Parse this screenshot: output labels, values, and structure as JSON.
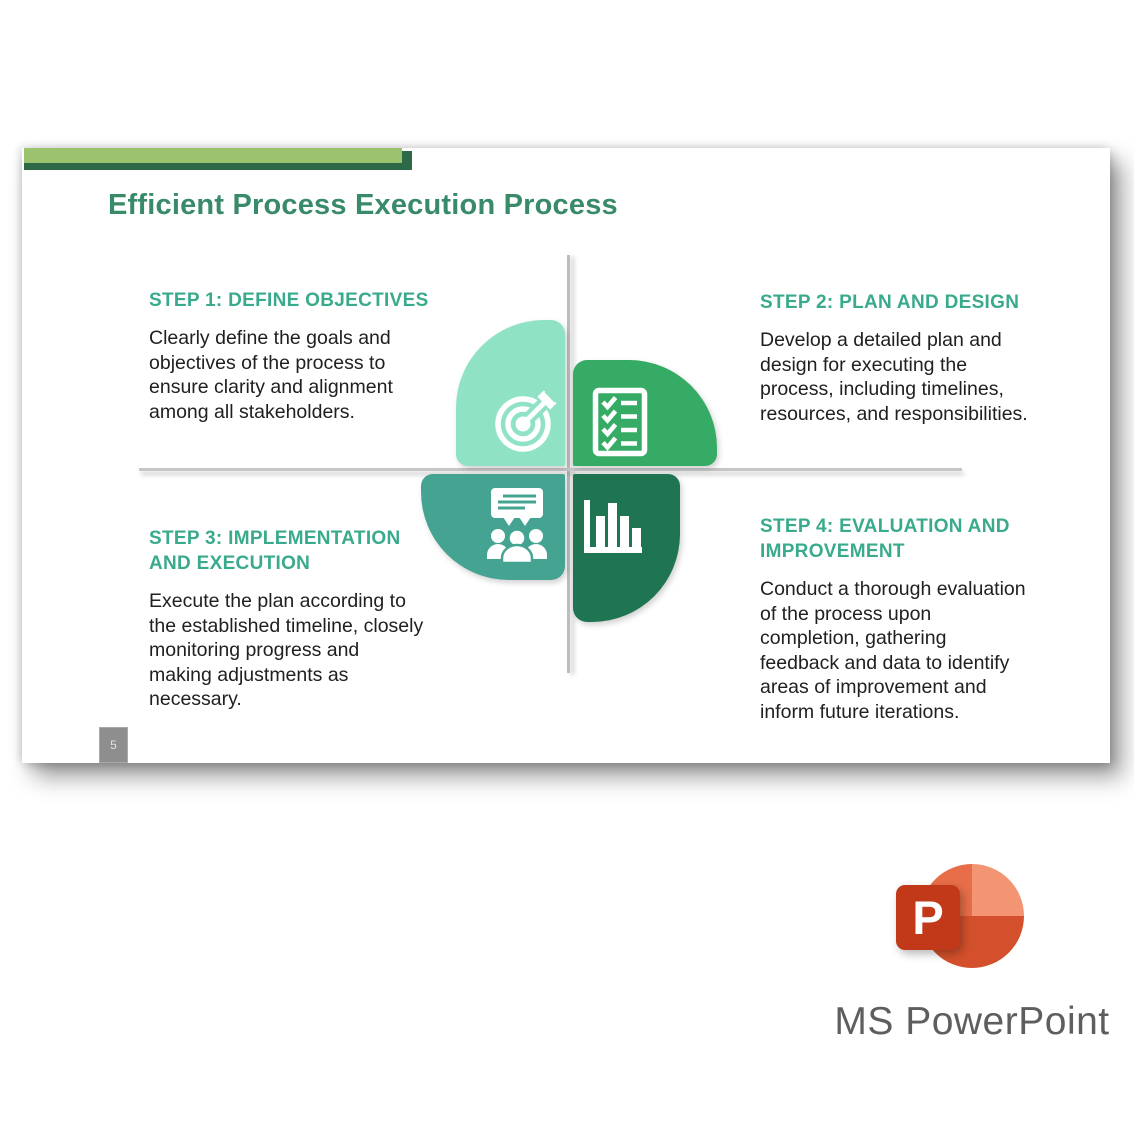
{
  "slide": {
    "title": "Efficient Process Execution Process",
    "title_color": "#398A69",
    "heading_color": "#3AAA8C",
    "accent_bar": {
      "light": "#9BC36F",
      "dark": "#2F6A48"
    },
    "page_number": "5",
    "steps": [
      {
        "heading": "STEP 1: DEFINE OBJECTIVES",
        "body": "Clearly define the goals and\nobjectives of the process to\nensure clarity and alignment\namong all stakeholders.",
        "icon": "target-icon",
        "petal_color": "#8FE3C4"
      },
      {
        "heading": "STEP 2: PLAN AND DESIGN",
        "body": "Develop a detailed plan and\ndesign for executing the\nprocess, including timelines,\nresources, and responsibilities.",
        "icon": "checklist-icon",
        "petal_color": "#35AB66"
      },
      {
        "heading": "STEP 3: IMPLEMENTATION\nAND EXECUTION",
        "body": "Execute the plan according to\nthe established timeline, closely\nmonitoring progress and\nmaking adjustments as\nnecessary.",
        "icon": "discussion-icon",
        "petal_color": "#45A392"
      },
      {
        "heading": "STEP 4: EVALUATION AND\nIMPROVEMENT",
        "body": "Conduct a thorough evaluation\nof the process upon\ncompletion, gathering\nfeedback and data to identify\nareas of improvement and\ninform future iterations.",
        "icon": "bar-chart-icon",
        "petal_color": "#1F7452"
      }
    ]
  },
  "footer": {
    "brand": "MS PowerPoint",
    "logo_letter": "P",
    "logo_colors": {
      "square": "#C2391A",
      "circle_top_left": "#E76E48",
      "circle_top_right": "#F39472",
      "circle_bottom": "#D4502C"
    }
  }
}
